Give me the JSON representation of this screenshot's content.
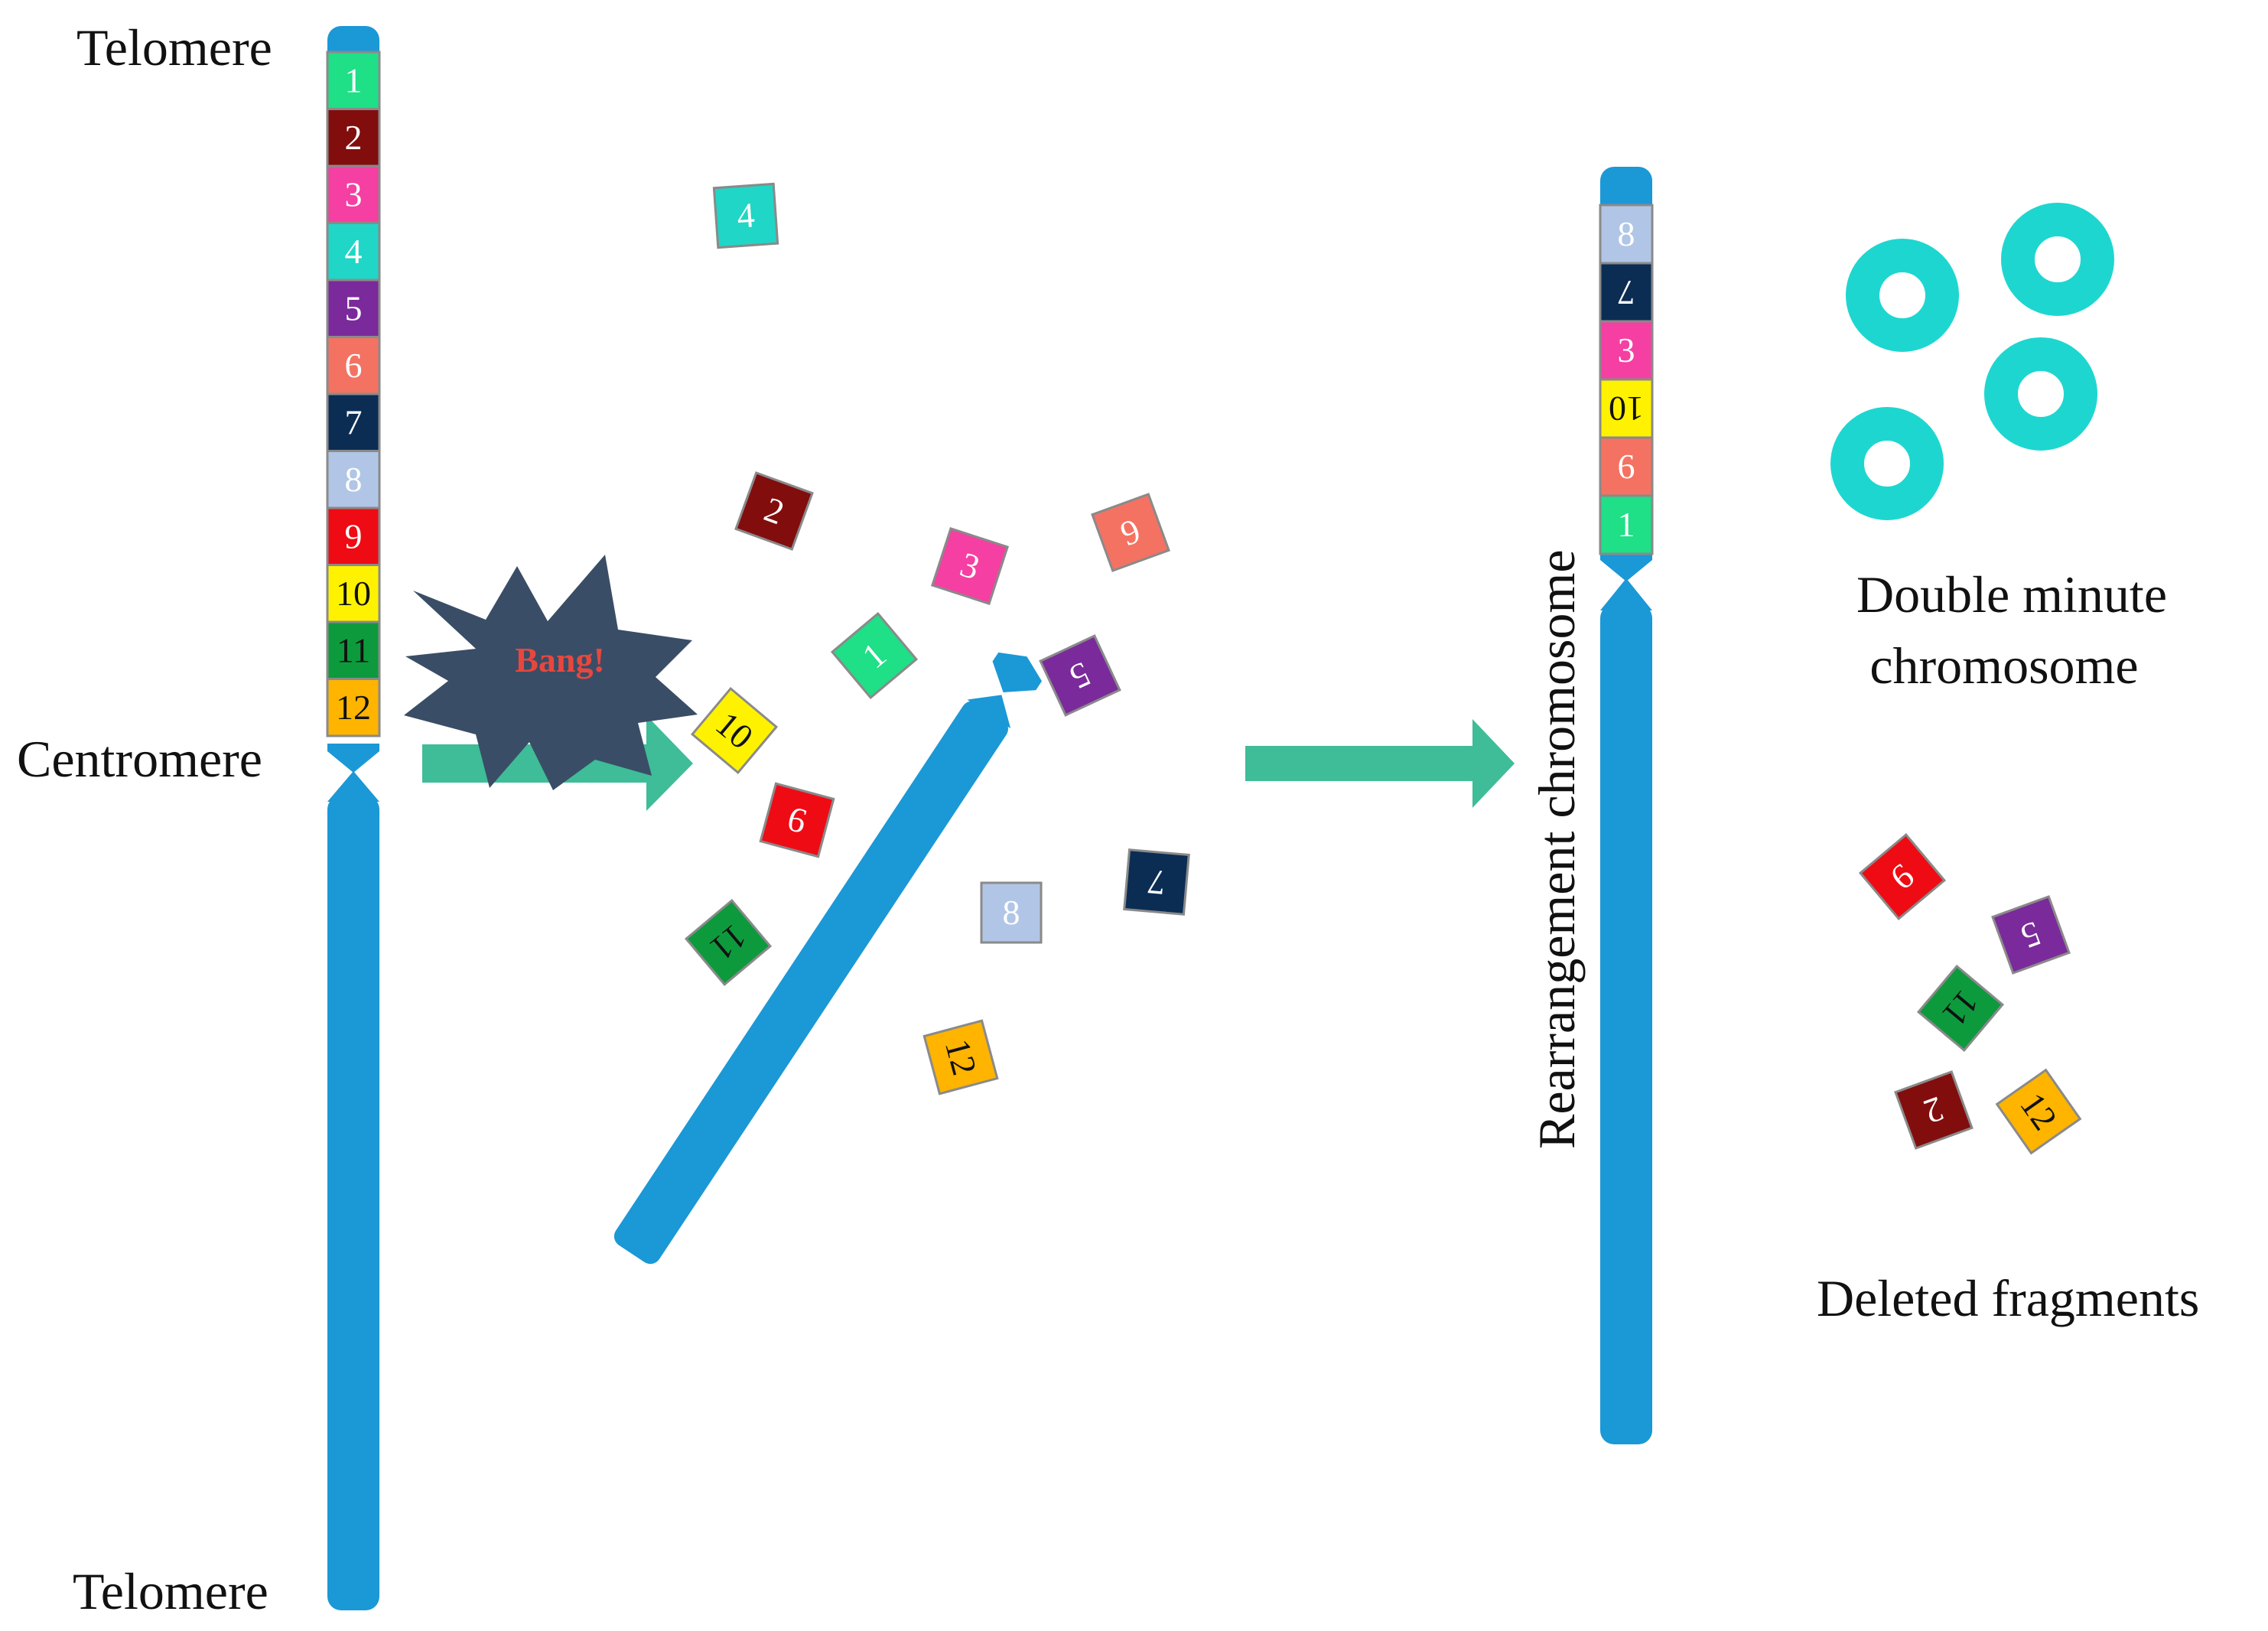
{
  "labels": {
    "telomere_top": "Telomere",
    "centromere": "Centromere",
    "telomere_bottom": "Telomere",
    "bang": "Bang!",
    "rearranged": "Rearrangement chromosome",
    "double_minute_line1": "Double minute",
    "double_minute_line2": "chromosome",
    "deleted": "Deleted fragments"
  },
  "colors": {
    "chromosome": "#1b98d6",
    "arrow": "#3fbc98",
    "ring": "#1ed6d0",
    "burst": "#3a4d66",
    "bang_text": "#e8473e"
  },
  "segments": [
    {
      "id": "1",
      "color": "#1fdf87",
      "text": "#ffffff"
    },
    {
      "id": "2",
      "color": "#820d0d",
      "text": "#ffffff"
    },
    {
      "id": "3",
      "color": "#f53fa2",
      "text": "#ffffff"
    },
    {
      "id": "4",
      "color": "#20d6c6",
      "text": "#ffffff"
    },
    {
      "id": "5",
      "color": "#7a2a9a",
      "text": "#ffffff"
    },
    {
      "id": "6",
      "color": "#f47262",
      "text": "#ffffff"
    },
    {
      "id": "7",
      "color": "#0b2d54",
      "text": "#ffffff"
    },
    {
      "id": "8",
      "color": "#b1c6e6",
      "text": "#ffffff"
    },
    {
      "id": "9",
      "color": "#ef0b14",
      "text": "#ffffff"
    },
    {
      "id": "10",
      "color": "#fff200",
      "text": "#111111"
    },
    {
      "id": "11",
      "color": "#0d9a3d",
      "text": "#111111"
    },
    {
      "id": "12",
      "color": "#ffb400",
      "text": "#111111"
    }
  ],
  "rearranged_order": [
    "8",
    "7",
    "3",
    "10",
    "6",
    "1"
  ],
  "deleted_fragments": [
    "9",
    "5",
    "11",
    "2",
    "12"
  ]
}
